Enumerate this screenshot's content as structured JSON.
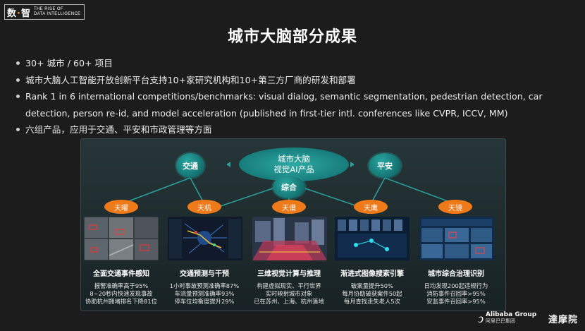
{
  "logo": {
    "cn_left": "数",
    "cn_dot": "·",
    "cn_right": "智",
    "en_line1": "THE RISE OF",
    "en_line2": "DATA INTELLIGENCE"
  },
  "title": "城市大脑部分成果",
  "bullets": [
    "30+ 城市 / 60+ 项目",
    "城市大脑人工智能开放创新平台支持10+家研究机构和10+第三方厂商的研发和部署",
    "Rank 1 in 6 international competitions/benchmarks: visual dialog, semantic segmentation, pedestrian detection, car detection, person re-id, and model acceleration (published in first-tier intl. conferences like CVPR, ICCV, MM)",
    "六组产品，应用于交通、平安和市政管理等方面"
  ],
  "diagram": {
    "center_line1": "城市大脑",
    "center_line2": "视觉AI产品",
    "node_traffic": "交通",
    "node_safety": "平安",
    "node_general": "综合",
    "products": [
      {
        "badge": "天曜",
        "name": "全面交通事件感知",
        "desc": [
          "报警准确率高于95%",
          "8~20秒内快速发现事故",
          "协助杭州拥堵排名下降81位"
        ]
      },
      {
        "badge": "天机",
        "name": "交通预测与干预",
        "desc": [
          "1小时事故预测准确率87%",
          "车流量预测准确率93%",
          "停车位均衡度提升29%"
        ]
      },
      {
        "badge": "天谱",
        "name": "三维视觉计算与推理",
        "desc": [
          "构建虚拟现实、平行世界",
          "实时映射城市对象",
          "已在苏州、上海、杭州落地"
        ]
      },
      {
        "badge": "天鹰",
        "name": "渐进式图像搜索引擎",
        "desc": [
          "破案量提升50%",
          "每月协助破获案件50起",
          "每月查找走失老人5次"
        ]
      },
      {
        "badge": "天镜",
        "name": "城市综合治理识别",
        "desc": [
          "日均发现200起违规行为",
          "消防事件召回率>95%",
          "安监事件召回率>95%"
        ]
      }
    ],
    "colors": {
      "badge": "#ef7a1a",
      "teal": "#1a8c88",
      "line": "#2a9e99"
    }
  },
  "footer": {
    "alibaba_mark": "ↄ",
    "alibaba_en": "Alibaba Group",
    "alibaba_cn": "阿里巴巴集团",
    "damo": "達摩院"
  }
}
